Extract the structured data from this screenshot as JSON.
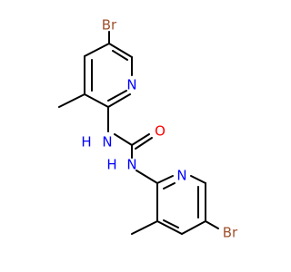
{
  "molecule": {
    "atoms": {
      "br_top": {
        "text": "Br",
        "color": "#a0522d"
      },
      "n_top_ring": {
        "text": "N",
        "color": "#0000ff"
      },
      "nh_left": {
        "text": "H",
        "color": "#0000ff"
      },
      "nh_left_n": {
        "text": "N",
        "color": "#0000ff"
      },
      "o_carbonyl": {
        "text": "O",
        "color": "#ff0000"
      },
      "nh_right": {
        "text": "H",
        "color": "#0000ff"
      },
      "nh_right_n": {
        "text": "N",
        "color": "#0000ff"
      },
      "n_bottom_ring": {
        "text": "N",
        "color": "#0000ff"
      },
      "br_bottom": {
        "text": "Br",
        "color": "#a0522d"
      }
    },
    "colors": {
      "bond": "#000000",
      "background": "#ffffff"
    }
  }
}
